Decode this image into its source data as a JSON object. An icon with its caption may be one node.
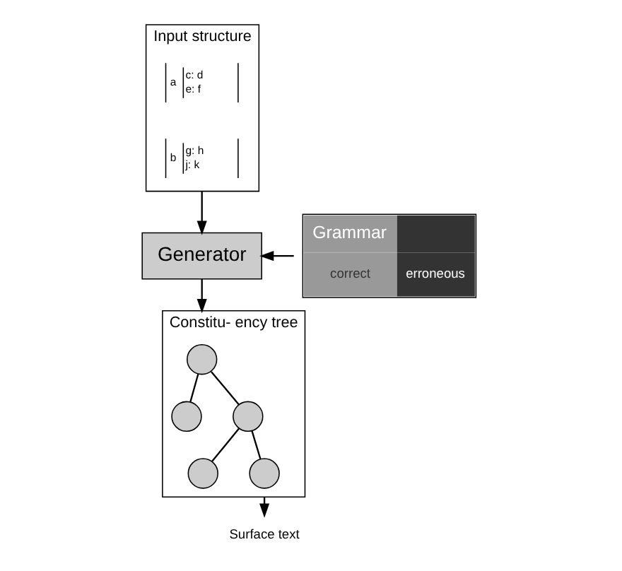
{
  "diagram": {
    "nodes": [
      {
        "text": [
          "Input structure"
        ]
      },
      {
        "text": [
          "a",
          "c: d",
          "e: f"
        ],
        "in": 0
      },
      {
        "text": [
          "b",
          "g: h",
          "j: k"
        ],
        "in": 0
      },
      {
        "text": [
          "Generator"
        ]
      },
      {
        "text": [
          "Grammar",
          "correct",
          "erroneous"
        ]
      },
      {
        "text": [
          "Constitu- ency tree"
        ]
      },
      {
        "text": [],
        "shape": "circle",
        "in": 5
      },
      {
        "text": [],
        "shape": "circle",
        "in": 5
      },
      {
        "text": [],
        "shape": "circle",
        "in": 5
      },
      {
        "text": [],
        "shape": "circle",
        "in": 5
      },
      {
        "text": [],
        "shape": "circle",
        "in": 5
      },
      {
        "text": [
          "Surface text"
        ]
      }
    ],
    "edges": [
      {
        "from": 0,
        "to": 3,
        "arrow": "to"
      },
      {
        "from": 4,
        "to": 3,
        "arrow": "to"
      },
      {
        "from": 3,
        "to": 5,
        "arrow": "to"
      },
      {
        "from": 6,
        "to": 7,
        "arrow": "none"
      },
      {
        "from": 6,
        "to": 8,
        "arrow": "none"
      },
      {
        "from": 8,
        "to": 9,
        "arrow": "none"
      },
      {
        "from": 8,
        "to": 10,
        "arrow": "none"
      },
      {
        "from": 5,
        "to": 11,
        "arrow": "to"
      }
    ]
  }
}
